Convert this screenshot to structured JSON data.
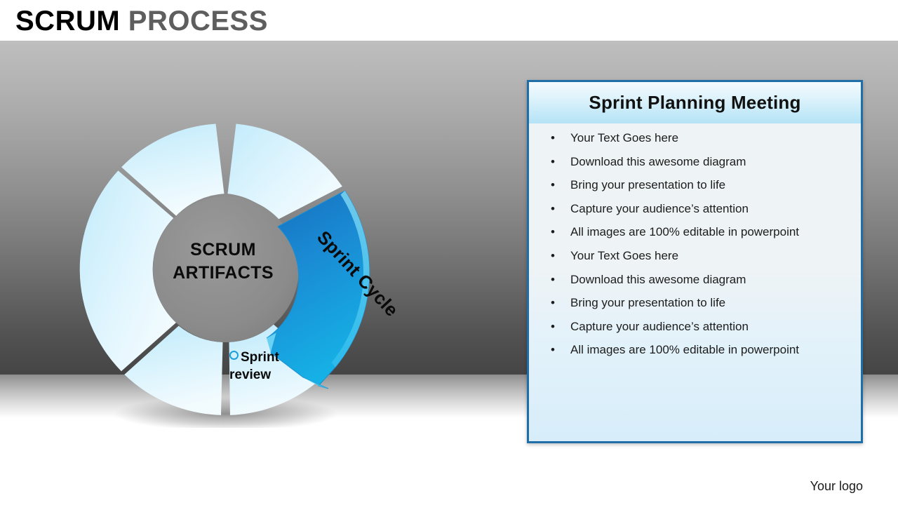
{
  "title": {
    "strong": "SCRUM",
    "soft": "PROCESS"
  },
  "wheel": {
    "center_line1": "SCRUM",
    "center_line2": "ARTIFACTS",
    "outer_label": "Sprint Cycle",
    "callout_line1": "Sprint",
    "callout_line2": "review",
    "segments": [
      {
        "name": "segment-top-right",
        "state": "normal",
        "color": "#cdeefc"
      },
      {
        "name": "segment-right-highlighted",
        "state": "highlighted",
        "color": "#1c9ddc"
      },
      {
        "name": "segment-bottom-right",
        "state": "normal",
        "color": "#cdeefc"
      },
      {
        "name": "segment-bottom-left",
        "state": "normal",
        "color": "#cdeefc"
      },
      {
        "name": "segment-left",
        "state": "normal",
        "color": "#cdeefc"
      },
      {
        "name": "segment-top-left",
        "state": "normal",
        "color": "#cdeefc"
      }
    ]
  },
  "panel": {
    "header_title": "Sprint Planning Meeting",
    "bullet_char": "•",
    "items": [
      "Your Text Goes here",
      "Download this awesome  diagram",
      "Bring your presentation  to life",
      "Capture your audience’s  attention",
      "All images are 100% editable in powerpoint",
      "Your Text Goes here",
      "Download this awesome  diagram",
      "Bring your presentation  to life",
      "Capture your audience’s  attention",
      "All images are 100% editable in powerpoint"
    ]
  },
  "footer": {
    "logo_text": "Your logo"
  },
  "colors": {
    "accent_blue": "#1c9ddc",
    "panel_border": "#1f6ea8",
    "title_strong": "#000000",
    "title_soft": "#5e5e5e",
    "hub_gray": "#8c8c8c"
  }
}
